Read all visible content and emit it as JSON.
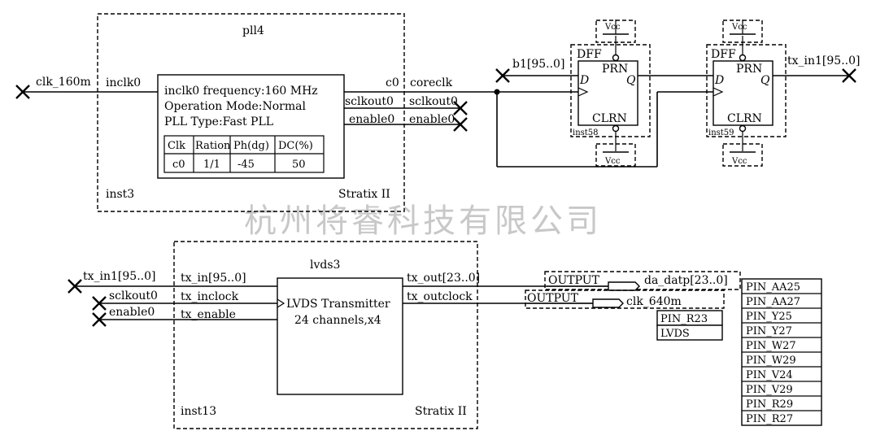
{
  "watermark": "杭州将睿科技有限公司",
  "pll": {
    "name": "pll4",
    "instance": "inst3",
    "family": "Stratix II",
    "input_port": "inclk0",
    "ports_out": [
      "c0",
      "sclkout0",
      "enable0"
    ],
    "info": [
      "inclk0 frequency:160 MHz",
      "Operation Mode:Normal",
      "PLL Type:Fast PLL"
    ],
    "table_headers": [
      "Clk",
      "Ration",
      "Ph(dg)",
      "DC(%)"
    ],
    "table_row": [
      "c0",
      "1/1",
      "-45",
      "50"
    ]
  },
  "nets": {
    "clk_in": "clk_160m",
    "coreclk": "coreclk",
    "sclkout": "sclkout0",
    "enable": "enable0",
    "b1": "b1[95..0]",
    "tx_in1_out": "tx_in1[95..0]",
    "tx_in1_in": "tx_in1[95..0]",
    "sclkout_in": "sclkout0",
    "enable_in": "enable0"
  },
  "dff1": {
    "type": "DFF",
    "prn": "PRN",
    "clrn": "CLRN",
    "d": "D",
    "q": "Q",
    "instance": "inst58",
    "vcc_top": "Vcc",
    "vcc_bottom": "Vcc"
  },
  "dff2": {
    "type": "DFF",
    "prn": "PRN",
    "clrn": "CLRN",
    "d": "D",
    "q": "Q",
    "instance": "inst59",
    "vcc_top": "Vcc",
    "vcc_bottom": "Vcc"
  },
  "lvds": {
    "name": "lvds3",
    "instance": "inst13",
    "family": "Stratix II",
    "ports_in": [
      "tx_in[95..0]",
      "tx_inclock",
      "tx_enable"
    ],
    "ports_out": [
      "tx_out[23..0]",
      "tx_outclock"
    ],
    "title": "LVDS Transmitter",
    "subtitle": "24 channels,x4"
  },
  "outputs": [
    {
      "type": "OUTPUT",
      "signal": "da_datp[23..0]"
    },
    {
      "type": "OUTPUT",
      "signal": "clk_640m"
    }
  ],
  "clk_pins": [
    "PIN_R23",
    "LVDS"
  ],
  "data_pins": [
    "PIN_AA25",
    "PIN_AA27",
    "PIN_Y25",
    "PIN_Y27",
    "PIN_W27",
    "PIN_W29",
    "PIN_V24",
    "PIN_V29",
    "PIN_R29",
    "PIN_R27"
  ]
}
